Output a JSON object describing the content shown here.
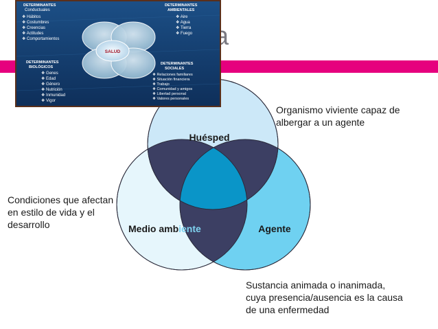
{
  "slide": {
    "title_fragment": "a",
    "accent_color": "#e6007e"
  },
  "venn": {
    "host": "Huésped",
    "environment_a": "Medio amb",
    "environment_b": "iente",
    "agent": "Agente",
    "colors": {
      "host_fill": "#cce8f8",
      "env_fill": "#e6f6fc",
      "agent_fill": "#6fd1f1",
      "overlap_fill": "#3c3f63",
      "center_fill": "#0a95c8"
    }
  },
  "annotations": {
    "host_desc": [
      "Organismo viviente capaz de",
      "albergar a un agente"
    ],
    "env_desc": [
      "Condiciones que afectan",
      "en estilo de vida y el",
      "desarrollo"
    ],
    "agent_desc": [
      "Sustancia animada o inanimada,",
      "cuya presencia/ausencia es la causa",
      "de una enfermedad"
    ]
  },
  "inset": {
    "conductuales": {
      "title": [
        "DETERMINANTES",
        "Conductuales"
      ],
      "items": [
        "❖ Hábitos",
        "❖ Costumbres",
        "❖ Creencias",
        "❖ Actitudes",
        "❖ Comportamientos"
      ]
    },
    "ambientales": {
      "title": [
        "DETERMINANTES",
        "AMBIENTALES"
      ],
      "items": [
        "❖ Aire",
        "❖ Agua",
        "❖ Tierra",
        "❖ Fuego"
      ]
    },
    "biologicos": {
      "title": [
        "DETERMINANTES",
        "BIOLÓGICOS"
      ],
      "items": [
        "❖ Genes",
        "❖ Edad",
        "❖ Género",
        "❖ Nutrición",
        "❖ Inmunidad",
        "❖ Vigor"
      ]
    },
    "sociales": {
      "title": [
        "DETERMINANTES",
        "SOCIALES"
      ],
      "items": [
        "❖ Relaciones familiares",
        "❖ Situación financiera",
        "❖ Trabajo",
        "❖ Comunidad y amigos",
        "❖ Libertad personal",
        "❖ Valores personales"
      ]
    },
    "center": "SALUD"
  }
}
